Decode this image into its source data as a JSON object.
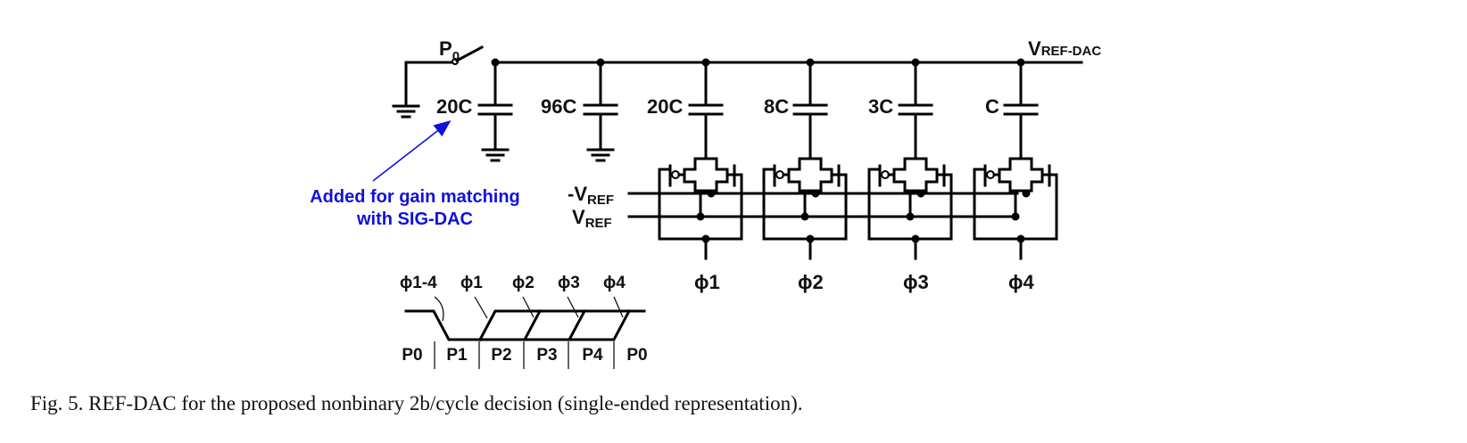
{
  "top_node_label": {
    "main": "V",
    "sub": "REF-DAC"
  },
  "switch_label": {
    "main": "P",
    "sub": "0"
  },
  "capacitors": [
    "20C",
    "96C",
    "20C",
    "8C",
    "3C",
    "C"
  ],
  "ref_rails": {
    "neg": {
      "main": "-V",
      "sub": "REF"
    },
    "pos": {
      "main": "V",
      "sub": "REF"
    }
  },
  "phase_labels": [
    "ϕ1",
    "ϕ2",
    "ϕ3",
    "ϕ4"
  ],
  "annotation": {
    "line1": "Added for gain matching",
    "line2": "with SIG-DAC"
  },
  "timing": {
    "arrow_labels": [
      "ϕ1-4",
      "ϕ1",
      "ϕ2",
      "ϕ3",
      "ϕ4"
    ],
    "phases": [
      "P0",
      "P1",
      "P2",
      "P3",
      "P4",
      "P0"
    ]
  },
  "colors": {
    "annotation": "#1010dd",
    "wire": "#000000"
  },
  "caption": "Fig. 5.   REF-DAC for the proposed nonbinary 2b/cycle decision (single-ended representation)."
}
